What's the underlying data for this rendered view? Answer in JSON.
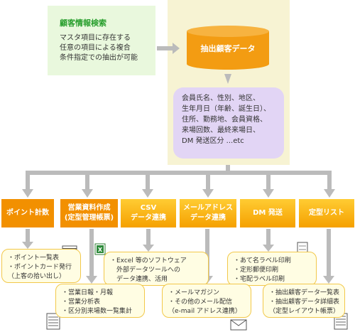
{
  "search": {
    "title": "顧客情報検索",
    "lines": [
      "マスタ項目に存在する",
      "任意の項目による複合",
      "条件指定での抽出が可能"
    ],
    "icon": "magnifier-icon"
  },
  "database": {
    "label": "抽出顧客データ"
  },
  "info": {
    "lines": [
      "会員氏名、性別、地区、",
      "生年月日（年齢、誕生日）、",
      "住所、勤務地、会員資格、",
      "来場回数、最終来場日、",
      "DM 発送区分 ...etc"
    ]
  },
  "categories": [
    {
      "lines": [
        "ポイント計数"
      ]
    },
    {
      "lines": [
        "営業資料作成",
        "(定型管理帳票)"
      ]
    },
    {
      "lines": [
        "CSV",
        "データ連携"
      ]
    },
    {
      "lines": [
        "メールアドレス",
        "データ連携"
      ]
    },
    {
      "lines": [
        "DM 発送"
      ]
    },
    {
      "lines": [
        "定型リスト"
      ]
    }
  ],
  "results": {
    "point": [
      "・ポイント一覧表",
      "・ポイントカード発行",
      "（上客の拾い出し）"
    ],
    "sales": [
      "・営業日報・月報",
      "・営業分析表",
      "・区分別来場数一覧集計"
    ],
    "csv": [
      "・Excel 等のソフトウェア",
      "　外部データツールへの",
      "　データ連携、活用"
    ],
    "mail": [
      "・メールマガジン",
      "・その他のメール配信",
      "（e-mail アドレス連携）"
    ],
    "dm": [
      "・あて名ラベル印刷",
      "・定形郵便印刷",
      "・宅配ラベル印刷"
    ],
    "list": [
      "・抽出顧客データ一覧表",
      "・抽出顧客データ詳細表",
      "（定型レイアウト帳票）"
    ]
  },
  "colors": {
    "green_bg": "#e9f8dd",
    "green_text": "#279e2c",
    "beige": "#f7f3d3",
    "cylinder": "#f39c12",
    "purple": "#e2d5f5",
    "orange": "#f5a000",
    "result_bg": "#fffde3",
    "result_border": "#f2c84a",
    "arrow": "#bbbbbb"
  },
  "icons": [
    "card-icon",
    "excel-icon",
    "ledger-icon",
    "envelope-icon",
    "label-sheet-icon",
    "report-icon"
  ]
}
